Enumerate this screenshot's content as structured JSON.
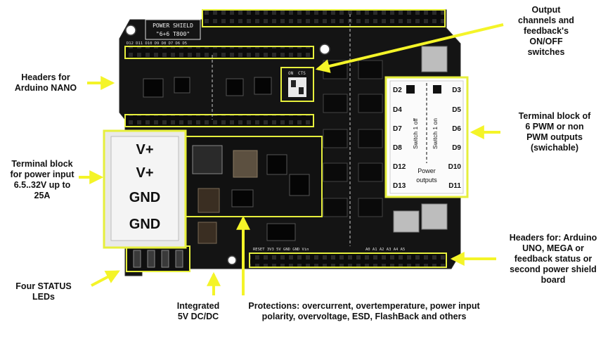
{
  "board": {
    "title_line1": "POWER SHIELD",
    "title_line2": "\"6+6 T800\"",
    "pin_row_top": "D12 D11 D10 D9  D8  D7  D6  D5",
    "pin_row_bottom_left": "RESET 3V3  5V  GND GND  Vin",
    "pin_row_bottom_right": "A0  A1  A2  A3  A4  A5",
    "dip_on": "ON",
    "dip_cts": "CTS"
  },
  "power_terminal": {
    "labels": [
      "V+",
      "V+",
      "GND",
      "GND"
    ]
  },
  "output_terminal": {
    "left_pins": [
      "D2",
      "D4",
      "D7",
      "D8",
      "D12",
      "D13"
    ],
    "right_pins": [
      "D3",
      "D5",
      "D6",
      "D9",
      "D10",
      "D11"
    ],
    "switch_off": "Switch 1 off",
    "switch_on": "Switch 1 on",
    "caption_line1": "Power",
    "caption_line2": "outputs"
  },
  "callouts": {
    "switches": "Output\nchannels and\nfeedback's\nON/OFF\nswitches",
    "nano": "Headers for\nArduino NANO",
    "terminal_pwm": "Terminal block of\n6 PWM or non\nPWM outputs\n(swichable)",
    "power_input": "Terminal block\nfor power input\n6.5..32V up to\n25A",
    "headers_uno": "Headers for: Arduino\nUNO, MEGA or\nfeedback status or\nsecond power shield\nboard",
    "status_leds": "Four STATUS\nLEDs",
    "dcdc": "Integrated\n5V DC/DC",
    "protections": "Protections: overcurrent, overtemperature, power input\npolarity, overvoltage, ESD, FlashBack and others"
  },
  "colors": {
    "pcb": "#151515",
    "highlight": "#e6ef3c",
    "arrow": "#f4f428",
    "terminal_face": "#f4f4f4"
  }
}
